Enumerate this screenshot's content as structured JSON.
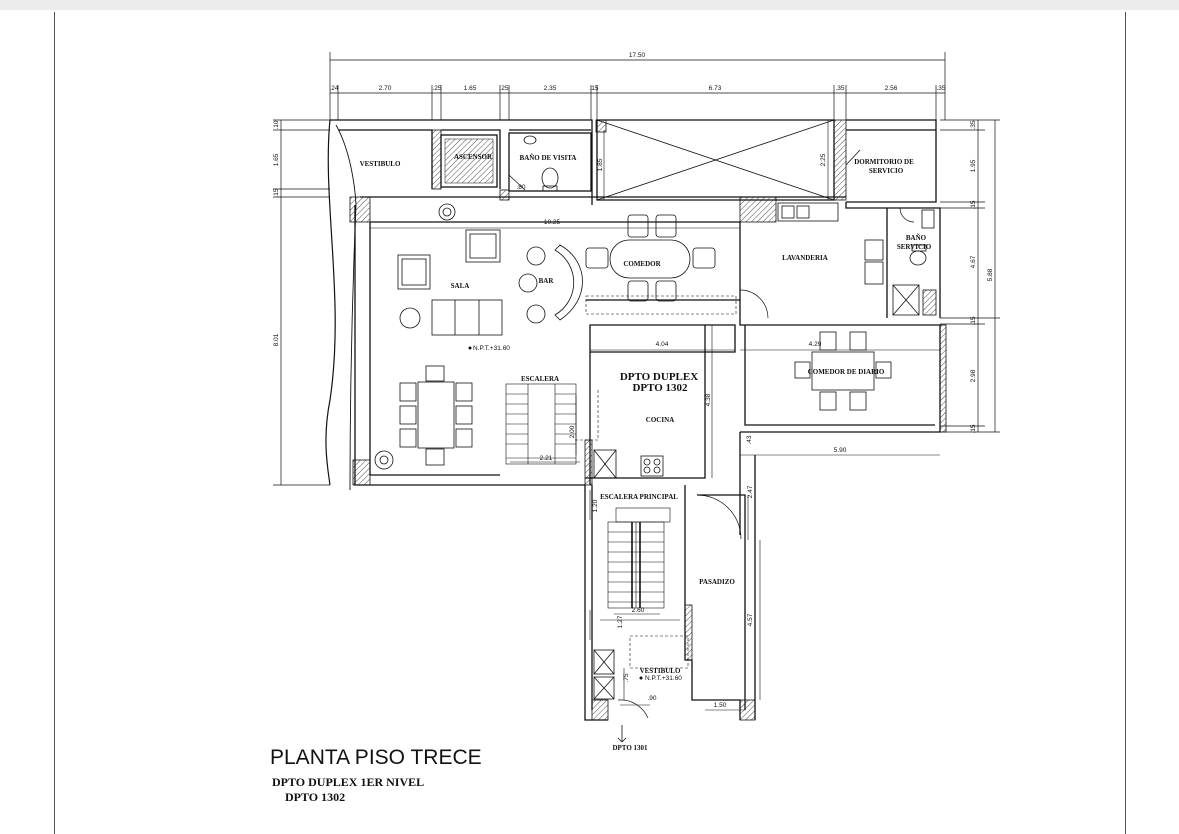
{
  "drawing": {
    "title": "PLANTA PISO TRECE",
    "subtitle_line1": "DPTO DUPLEX 1ER NIVEL",
    "subtitle_line2": "DPTO 1302"
  },
  "rooms": {
    "vestibulo": "VESTIBULO",
    "ascensor": "ASCENSOR",
    "bano_visita": "BAÑO DE VISITA",
    "dormitorio_servicio_1": "DORMITORIO DE",
    "dormitorio_servicio_2": "SERVICIO",
    "lavanderia": "LAVANDERIA",
    "bano_servicio_1": "BAÑO",
    "bano_servicio_2": "SERVICIO",
    "sala": "SALA",
    "bar": "BAR",
    "comedor": "COMEDOR",
    "comedor_diario": "COMEDOR DE DIARIO",
    "escalera": "ESCALERA",
    "dpto_duplex": "DPTO DUPLEX",
    "dpto_1302": "DPTO 1302",
    "cocina": "COCINA",
    "escalera_principal": "ESCALERA PRINCIPAL",
    "pasadizo": "PASADIZO",
    "vestibulo_2": "VESTIBULO",
    "dpto_1301": "DPTO 1301"
  },
  "dimensions": {
    "total_width": "17.50",
    "d_24": ".24",
    "d_270": "2.70",
    "d_25a": ".25",
    "d_165": "1.65",
    "d_25b": ".25",
    "d_235": "2.35",
    "d_15": ".15",
    "d_673": "6.73",
    "d_35a": ".35",
    "d_256": "2.56",
    "d_35b": ".35",
    "d_1025": "10.25",
    "d_404": "4.04",
    "d_429": "4.29",
    "d_590": "5.90",
    "d_221": "2.21",
    "d_260": "2.60",
    "d_150": "1.50",
    "d_90": ".90",
    "d_80": ".80",
    "l_10": ".10",
    "l_165": "1.65",
    "l_15": ".15",
    "l_801": "8.01",
    "v_185": "1.85",
    "v_225": "2.25",
    "v_438": "4.38",
    "v_200": "2.00",
    "v_247": "2.47",
    "v_457": "4.57",
    "v_120": "1.20",
    "v_127": "1.27",
    "v_75": ".75",
    "v_43": ".43",
    "r_35": ".35",
    "r_195": "1.95",
    "r_15a": ".15",
    "r_467": "4.67",
    "r_588": "5.88",
    "r_15b": ".15",
    "r_298": "2.98",
    "r_15c": ".15",
    "npt_1": "N.P.T.+31.60",
    "npt_2": "N.P.T.+31.60"
  }
}
